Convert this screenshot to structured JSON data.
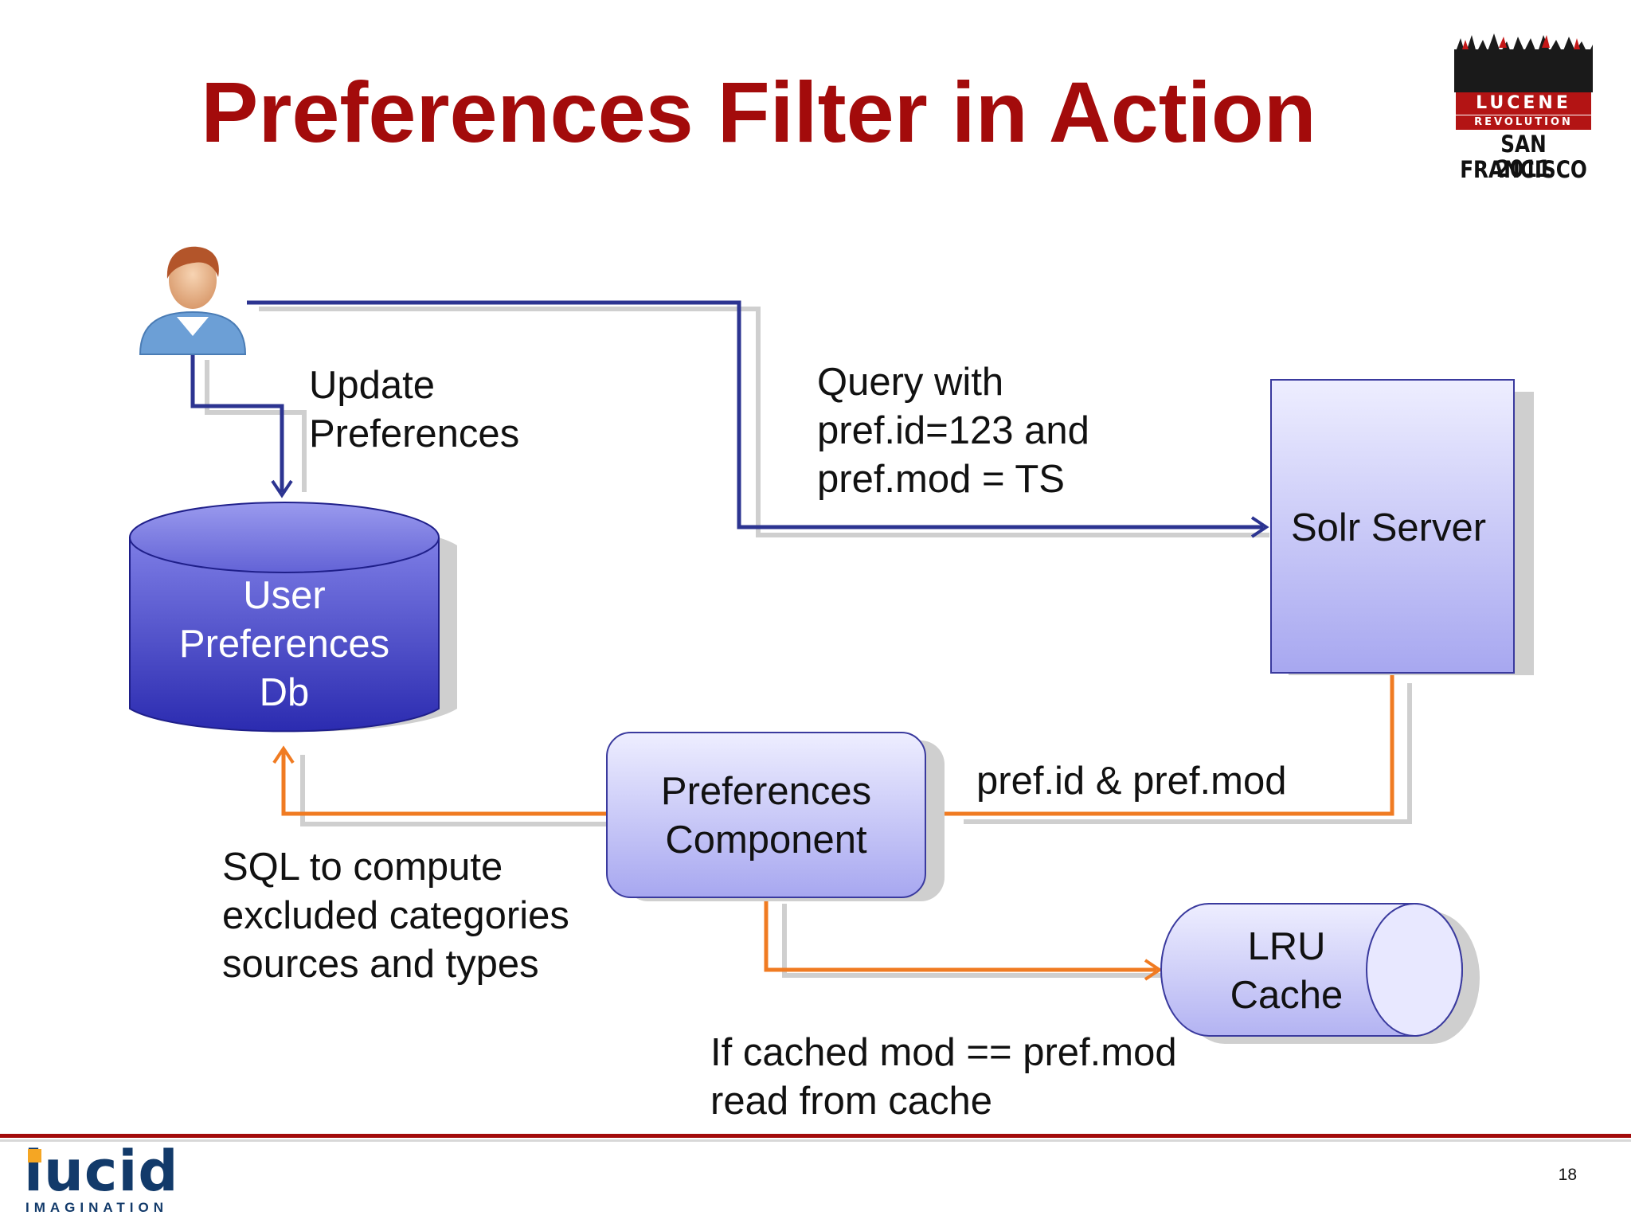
{
  "slide": {
    "title": "Preferences Filter in Action",
    "page_number": "18"
  },
  "logo": {
    "line1": "LUCENE",
    "line2": "REVOLUTION",
    "line3": "SAN FRANCISCO",
    "line4": "2011"
  },
  "footer": {
    "brand": "lucid",
    "tagline": "IMAGINATION"
  },
  "nodes": {
    "database": {
      "line1": "User",
      "line2": "Preferences",
      "line3": "Db"
    },
    "solr": {
      "label": "Solr Server"
    },
    "component": {
      "line1": "Preferences",
      "line2": "Component"
    },
    "cache": {
      "line1": "LRU",
      "line2": "Cache"
    }
  },
  "edges": {
    "update": {
      "line1": "Update",
      "line2": "Preferences"
    },
    "query": {
      "line1": "Query with",
      "line2": "pref.id=123 and",
      "line3": "pref.mod = TS"
    },
    "pref": {
      "label": "pref.id & pref.mod"
    },
    "sql": {
      "line1": "SQL to compute",
      "line2": "excluded categories",
      "line3": "sources and types"
    },
    "cache_check": {
      "line1": "If cached mod == pref.mod",
      "line2": "read from cache"
    }
  },
  "colors": {
    "title": "#a30b0b",
    "user_flow": "#2c3491",
    "server_flow": "#f07b22",
    "node_fill_light": "#eeeeff",
    "node_fill_dark": "#a7a7f0",
    "db_fill": "#3a3ab8"
  }
}
